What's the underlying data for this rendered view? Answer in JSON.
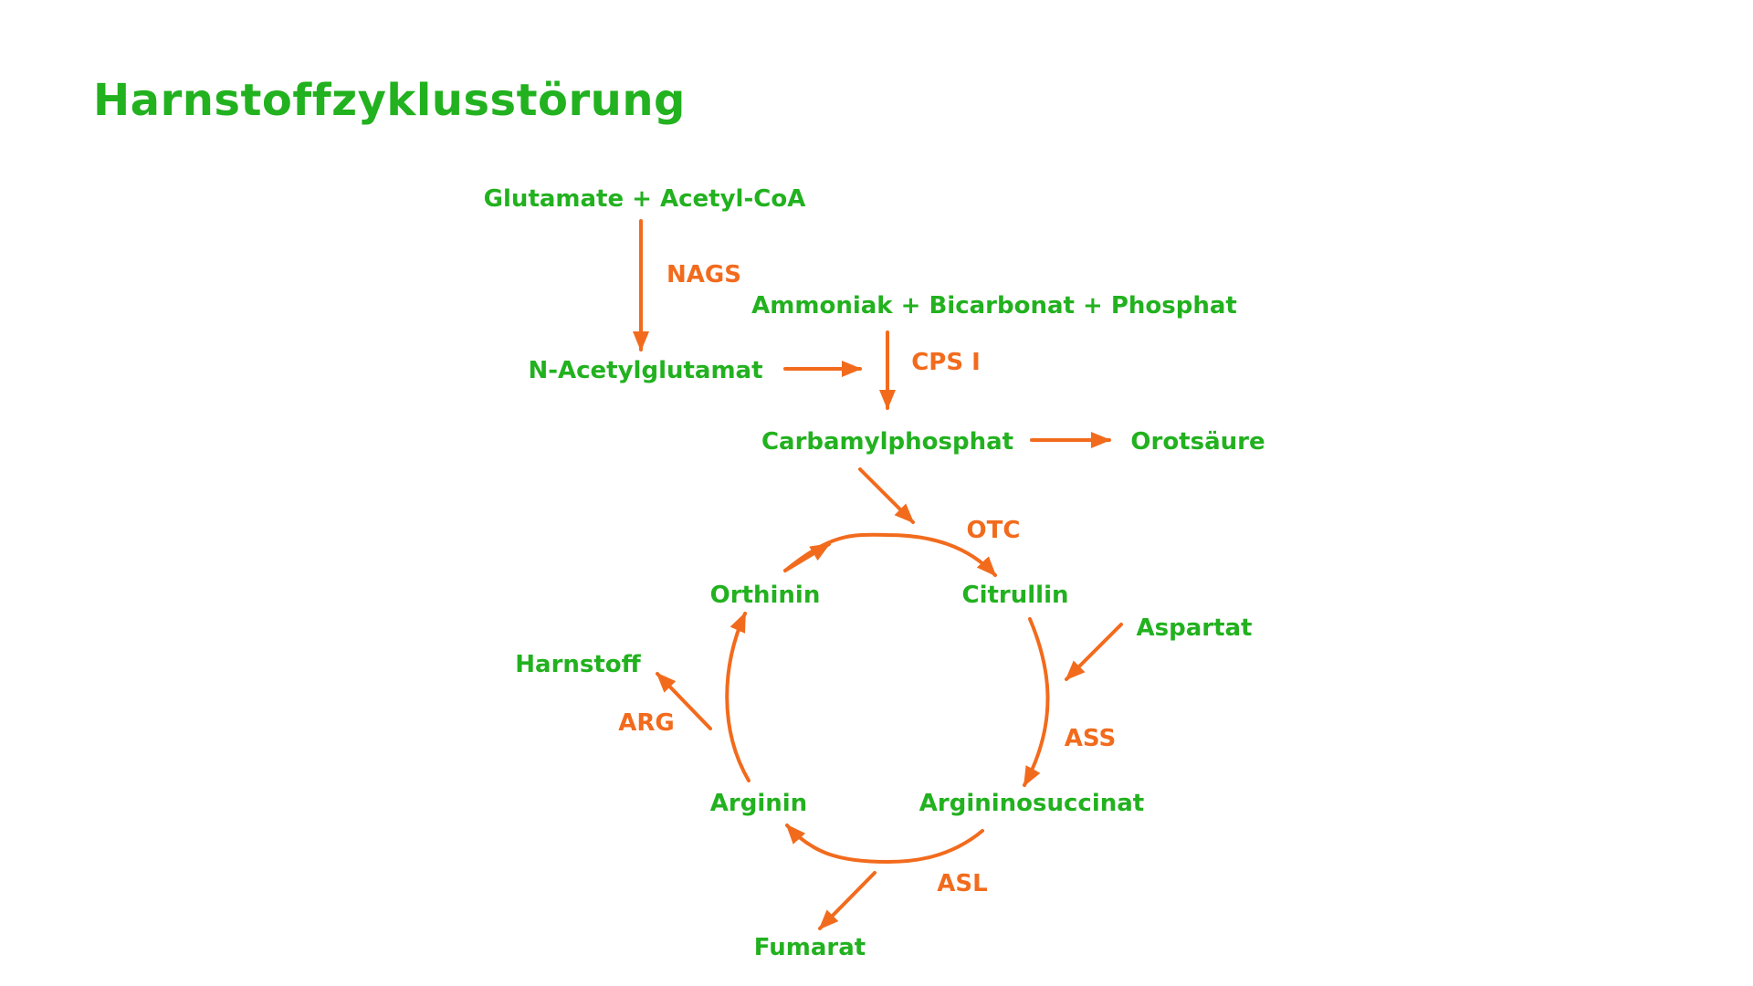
{
  "colors": {
    "metabolite": "#22b11f",
    "enzyme": "#f26b1d",
    "arrow": "#f26b1d",
    "background": "#ffffff"
  },
  "title": "Harnstoffzyklusstörung",
  "metabolites": {
    "glutamate_acetylcoa": "Glutamate + Acetyl-CoA",
    "n_acetylglutamat": "N-Acetylglutamat",
    "ammoniak_bicarbonat_phosphat": "Ammoniak + Bicarbonat + Phosphat",
    "carbamylphosphat": "Carbamylphosphat",
    "orotsaeure": "Orotsäure",
    "orthinin": "Orthinin",
    "citrullin": "Citrullin",
    "aspartat": "Aspartat",
    "harnstoff": "Harnstoff",
    "arginin": "Arginin",
    "argininosuccinat": "Argininosuccinat",
    "fumarat": "Fumarat"
  },
  "enzymes": {
    "nags": "NAGS",
    "cps1": "CPS I",
    "otc": "OTC",
    "ass": "ASS",
    "arg": "ARG",
    "asl": "ASL"
  }
}
